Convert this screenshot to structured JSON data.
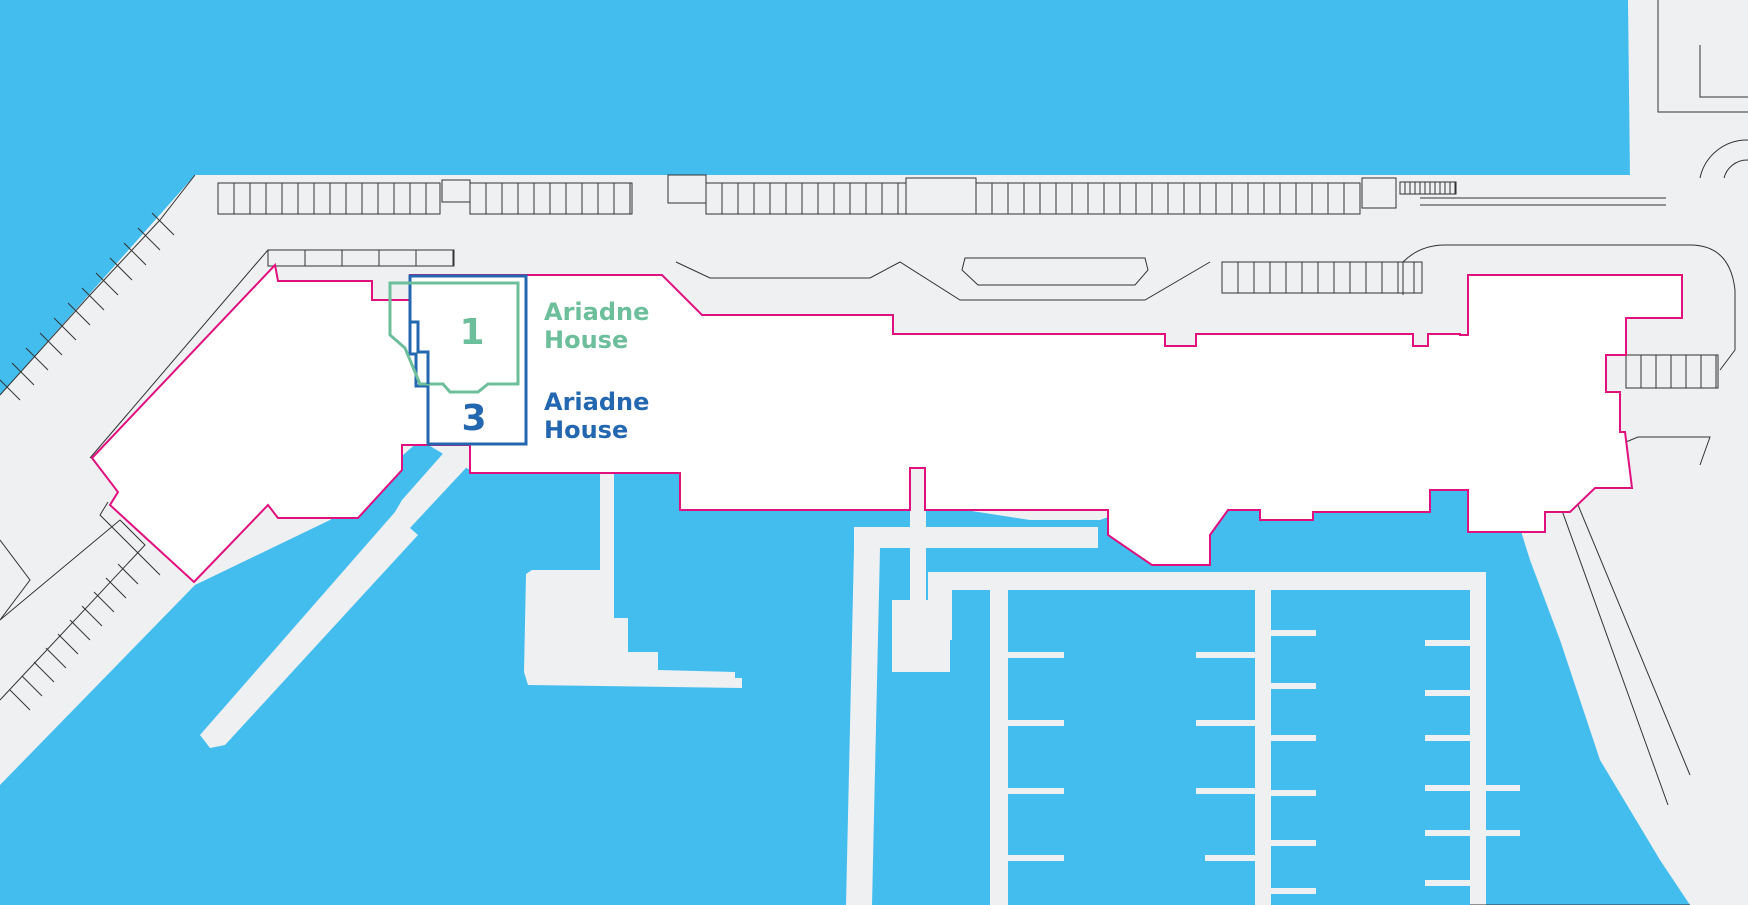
{
  "colors": {
    "water": "#43bdee",
    "land": "#eef0f2",
    "site_outline": "#e0107e",
    "building_1": "#6cbf9a",
    "building_3": "#2367b0",
    "detail_line": "#333333"
  },
  "buildings": [
    {
      "number": "1",
      "name_line1": "Ariadne",
      "name_line2": "House",
      "color": "#6cbf9a"
    },
    {
      "number": "3",
      "name_line1": "Ariadne",
      "name_line2": "House",
      "color": "#2367b0"
    }
  ]
}
